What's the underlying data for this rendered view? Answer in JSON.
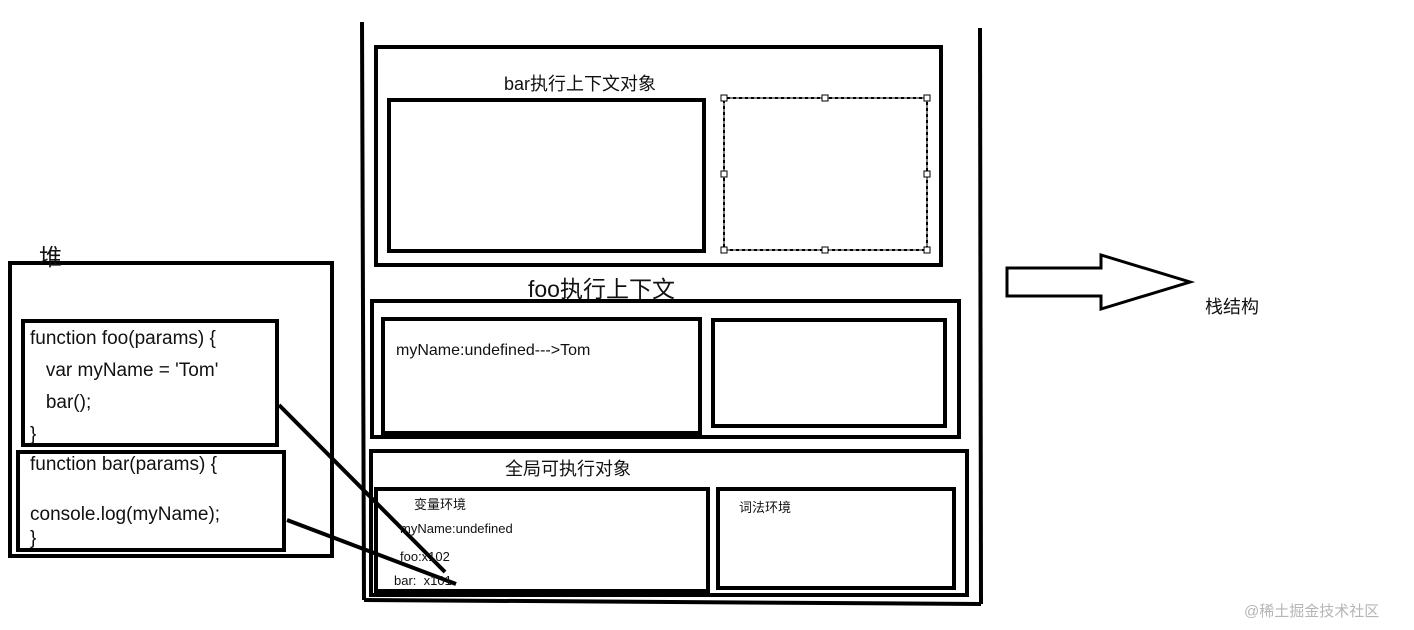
{
  "heap": {
    "label": "堆",
    "foo_code": [
      "function foo(params) {",
      "   var myName = 'Tom'",
      "   bar();",
      "}"
    ],
    "bar_code": [
      "function bar(params) {",
      "",
      "console.log(myName);",
      "}"
    ]
  },
  "stack": {
    "bar_context_title": "bar执行上下文对象",
    "foo_context_title": "foo执行上下文",
    "foo_var_env_text": "myName:undefined--->Tom",
    "global_title": "全局可执行对象",
    "global_var_env": {
      "title": "变量环境",
      "lines": [
        "myName:undefined",
        "foo:x102",
        "bar:  x101"
      ]
    },
    "global_lex_env_title": "词法环境"
  },
  "stack_structure_label": "栈结构",
  "watermark": "@稀土掘金技术社区"
}
